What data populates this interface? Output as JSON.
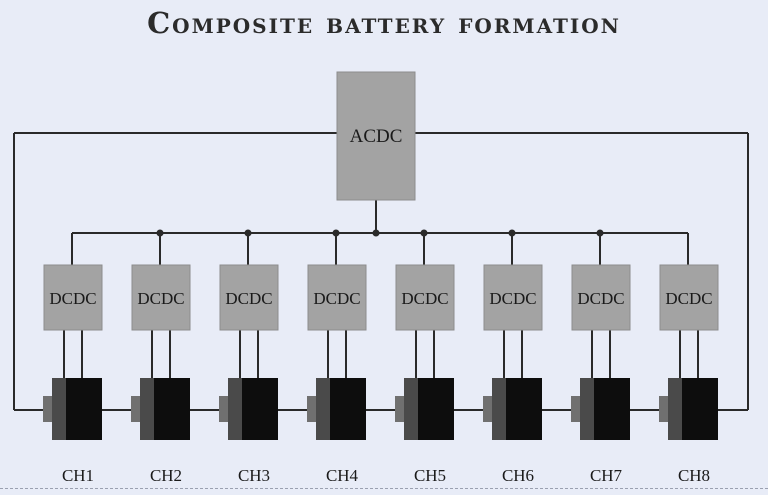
{
  "title": "Composite battery formation",
  "acdc": {
    "label": "ACDC"
  },
  "dcdc_label": "DCDC",
  "channels": [
    "CH1",
    "CH2",
    "CH3",
    "CH4",
    "CH5",
    "CH6",
    "CH7",
    "CH8"
  ],
  "colors": {
    "background": "#e8ecf7",
    "box_fill": "#a3a3a3",
    "wire": "#2a2a2a",
    "cell_light": "#707070",
    "cell_mid": "#4a4a4a",
    "cell_dark": "#0d0d0d"
  }
}
